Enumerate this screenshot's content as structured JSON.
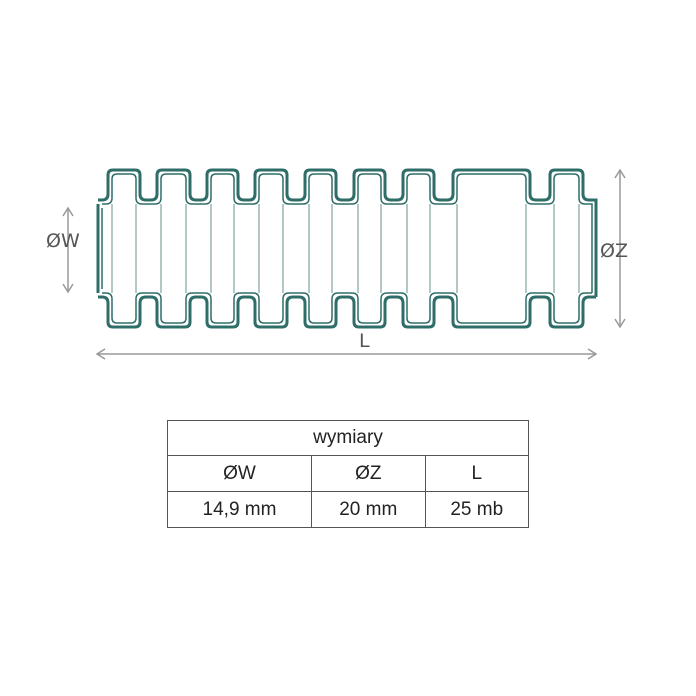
{
  "diagram": {
    "labels": {
      "inner_diameter": "ØW",
      "outer_diameter": "ØZ",
      "length": "L"
    },
    "tube_color": "#2f6e68",
    "arrow_color": "#999999"
  },
  "table": {
    "title": "wymiary",
    "headers": [
      "ØW",
      "ØZ",
      "L"
    ],
    "values": [
      "14,9 mm",
      "20 mm",
      "25 mb"
    ]
  }
}
